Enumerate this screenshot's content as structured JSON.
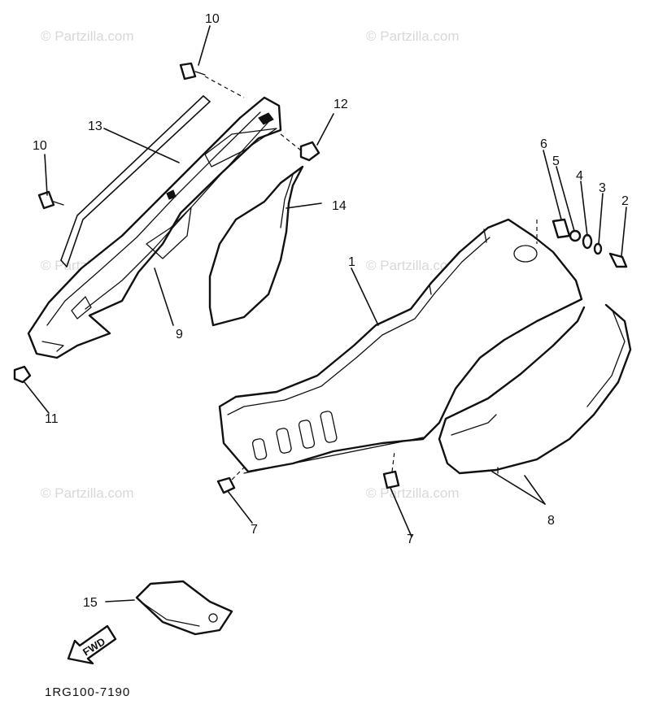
{
  "watermark": "© Partzilla.com",
  "diagram_code": "1RG100-7190",
  "fwd_label": "FWD",
  "callouts": {
    "c1": "1",
    "c2": "2",
    "c3": "3",
    "c4": "4",
    "c5": "5",
    "c6": "6",
    "c7a": "7",
    "c7b": "7",
    "c8": "8",
    "c9": "9",
    "c10a": "10",
    "c10b": "10",
    "c11": "11",
    "c12": "12",
    "c13": "13",
    "c14": "14",
    "c15": "15"
  }
}
